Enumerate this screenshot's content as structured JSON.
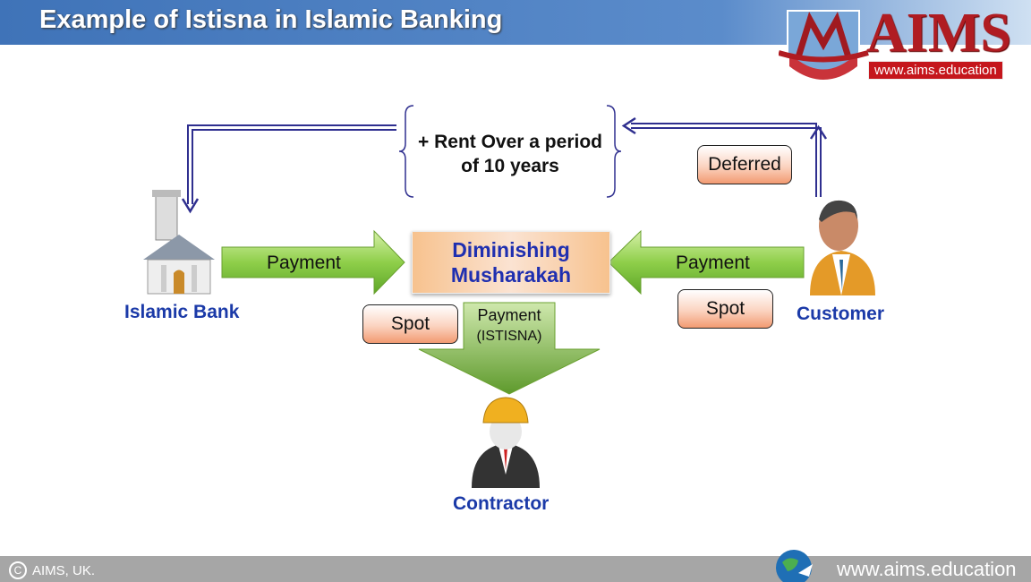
{
  "title": "Example of Istisna in Islamic Banking",
  "logo": {
    "name": "AIMS",
    "url": "www.aims.education"
  },
  "diagram": {
    "rent_note_line1": "+ Rent Over a period",
    "rent_note_line2": "of 10 years",
    "deferred": "Deferred",
    "bank_label": "Islamic Bank",
    "customer_label": "Customer",
    "contractor_label": "Contractor",
    "payment_left": "Payment",
    "payment_right": "Payment",
    "center_line1": "Diminishing",
    "center_line2": "Musharakah",
    "spot_left": "Spot",
    "spot_right": "Spot",
    "istisna_line1": "Payment",
    "istisna_line2": "(ISTISNA)"
  },
  "footer": {
    "copyright": "AIMS, UK.",
    "url": "www.aims.education"
  }
}
